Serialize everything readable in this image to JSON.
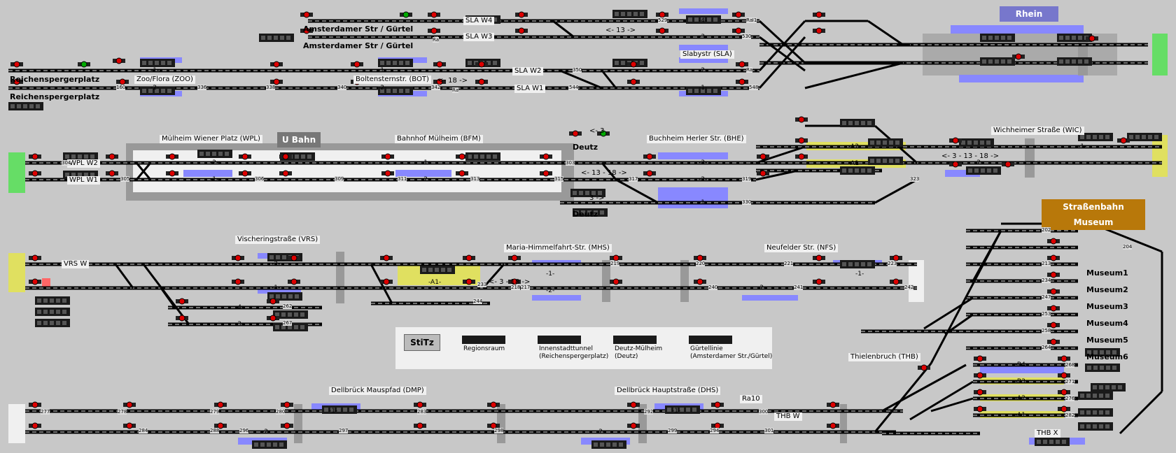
{
  "colors": {
    "background": "#c8c8c8",
    "track": "#000000",
    "track_gap": "#e8e8e8",
    "platform": "#8888ff",
    "occupied_yellow": "#e0e060",
    "rhein_box": "#7777cc",
    "ubahn_box": "#777777",
    "museum_box": "#b8780a",
    "panel": "#f0f0f0",
    "signal_red": "#dd0000",
    "signal_green": "#00aa00"
  },
  "areas": {
    "rhein": "Rhein",
    "ubahn": "U Bahn",
    "strassenbahn_museum": "Straßenbahn Museum",
    "stitz": "StiTz"
  },
  "station_labels": [
    {
      "id": "reichensperger1",
      "text": "Reichenspergerplatz",
      "bold": true
    },
    {
      "id": "reichensperger2",
      "text": "Reichenspergerplatz",
      "bold": true
    },
    {
      "id": "zoo",
      "text": "Zoo/Flora (ZOO)"
    },
    {
      "id": "bot",
      "text": "Boltensternstr. (BOT)"
    },
    {
      "id": "ams1",
      "text": "Amsterdamer Str / Gürtel",
      "bold": true
    },
    {
      "id": "ams2",
      "text": "Amsterdamer Str / Gürtel",
      "bold": true
    },
    {
      "id": "slabystr",
      "text": "Slabystr (SLA)"
    },
    {
      "id": "slaw4",
      "text": "SLA W4"
    },
    {
      "id": "slaw3",
      "text": "SLA W3"
    },
    {
      "id": "slaw2",
      "text": "SLA W2"
    },
    {
      "id": "slaw1",
      "text": "SLA W1"
    },
    {
      "id": "wpl",
      "text": "Mülheim Wiener Platz (WPL)"
    },
    {
      "id": "bfm",
      "text": "Bahnhof Mülheim (BFM)"
    },
    {
      "id": "wplw2",
      "text": "WPL W2"
    },
    {
      "id": "wplw1",
      "text": "WPL W1"
    },
    {
      "id": "deutz1",
      "text": "Deutz",
      "bold": true
    },
    {
      "id": "deutz2",
      "text": "Deutz",
      "bold": true
    },
    {
      "id": "bhe",
      "text": "Buchheim Herler Str. (BHE)"
    },
    {
      "id": "wic",
      "text": "Wichheimer Straße (WIC)"
    },
    {
      "id": "vrs",
      "text": "Vischeringstraße (VRS)"
    },
    {
      "id": "vrsw",
      "text": "VRS W"
    },
    {
      "id": "mhs",
      "text": "Maria-Himmelfahrt-Str. (MHS)"
    },
    {
      "id": "nfs",
      "text": "Neufelder Str. (NFS)"
    },
    {
      "id": "thb",
      "text": "Thielenbruch (THB)"
    },
    {
      "id": "dmp",
      "text": "Dellbrück Mauspfad (DMP)"
    },
    {
      "id": "dhs",
      "text": "Dellbrück Hauptstraße (DHS)"
    },
    {
      "id": "thbw",
      "text": "THB W"
    },
    {
      "id": "thbx",
      "text": "THB X"
    },
    {
      "id": "ra10",
      "text": "Ra10"
    },
    {
      "id": "m1",
      "text": "Museum1",
      "bold": true
    },
    {
      "id": "m2",
      "text": "Museum2",
      "bold": true
    },
    {
      "id": "m3",
      "text": "Museum3",
      "bold": true
    },
    {
      "id": "m4",
      "text": "Museum4",
      "bold": true
    },
    {
      "id": "m5",
      "text": "Museum5",
      "bold": true
    },
    {
      "id": "m6",
      "text": "Museum6",
      "bold": true
    }
  ],
  "route_labels": [
    {
      "id": "r13a",
      "text": "<- 13 ->"
    },
    {
      "id": "r18a",
      "text": "<- 18 ->"
    },
    {
      "id": "r3a",
      "text": "<- 3"
    },
    {
      "id": "r1318",
      "text": "<- 13 - 18 ->"
    },
    {
      "id": "r3b",
      "text": "3 ->"
    },
    {
      "id": "r31318",
      "text": "<- 3 - 13 - 18 ->"
    },
    {
      "id": "r318",
      "text": "<- 3 - 18 ->"
    }
  ],
  "legend": [
    {
      "id": "leg1",
      "text": "Regionsraum"
    },
    {
      "id": "leg2",
      "text": "Innenstadttunnel\n(Reichenspergerplatz)"
    },
    {
      "id": "leg3",
      "text": "Deutz-Mülheim\n(Deutz)"
    },
    {
      "id": "leg4",
      "text": "Gürtellinie\n(Amsterdamer Str./Gürtel)"
    }
  ],
  "track_codes": [
    {
      "id": "t1",
      "text": "-1-"
    },
    {
      "id": "t2",
      "text": "-2-"
    },
    {
      "id": "t3",
      "text": "-1-"
    },
    {
      "id": "t4",
      "text": "-2-"
    },
    {
      "id": "t5",
      "text": "-4-"
    },
    {
      "id": "t6",
      "text": "-3-"
    },
    {
      "id": "t7",
      "text": "-2-"
    },
    {
      "id": "t8",
      "text": "-1-"
    },
    {
      "id": "t9",
      "text": "-2-"
    },
    {
      "id": "t10",
      "text": "-1-"
    },
    {
      "id": "t11",
      "text": "-1-"
    },
    {
      "id": "t12",
      "text": "-2-"
    },
    {
      "id": "t13",
      "text": "-3-"
    },
    {
      "id": "t14",
      "text": "-2-"
    },
    {
      "id": "t15",
      "text": "-1-"
    },
    {
      "id": "t16",
      "text": "-A2-"
    },
    {
      "id": "t17",
      "text": "-A1-"
    },
    {
      "id": "t18",
      "text": "-1-"
    },
    {
      "id": "t19",
      "text": "-2-"
    },
    {
      "id": "t20",
      "text": "-2-"
    },
    {
      "id": "t21",
      "text": "-1-"
    },
    {
      "id": "t22",
      "text": "-4-"
    },
    {
      "id": "t23",
      "text": "-3-"
    },
    {
      "id": "t24",
      "text": "-A1-"
    },
    {
      "id": "t25",
      "text": "-1-"
    },
    {
      "id": "t26",
      "text": "-2-"
    },
    {
      "id": "t27",
      "text": "-1-"
    },
    {
      "id": "t28",
      "text": "-2-"
    },
    {
      "id": "t29",
      "text": "-1-"
    },
    {
      "id": "t30",
      "text": "-2-"
    },
    {
      "id": "t31",
      "text": "-1-"
    },
    {
      "id": "t32",
      "text": "-2-"
    },
    {
      "id": "t33",
      "text": "-B4-"
    },
    {
      "id": "t34",
      "text": "-B3-"
    },
    {
      "id": "t35",
      "text": "-A2-"
    },
    {
      "id": "t36",
      "text": "-A1-"
    }
  ],
  "block_numbers": [
    {
      "id": "n1",
      "text": "160"
    },
    {
      "id": "n2",
      "text": "336"
    },
    {
      "id": "n3",
      "text": "338"
    },
    {
      "id": "n4",
      "text": "340"
    },
    {
      "id": "n5",
      "text": "342"
    },
    {
      "id": "n6",
      "text": "346"
    },
    {
      "id": "n7",
      "text": "350"
    },
    {
      "id": "n8",
      "text": "529"
    },
    {
      "id": "n9",
      "text": "530"
    },
    {
      "id": "n10",
      "text": "531"
    },
    {
      "id": "n11",
      "text": "548"
    },
    {
      "id": "n12",
      "text": "544"
    },
    {
      "id": "n13",
      "text": "303"
    },
    {
      "id": "n14",
      "text": "304"
    },
    {
      "id": "n15",
      "text": "305"
    },
    {
      "id": "n16",
      "text": "306"
    },
    {
      "id": "n17",
      "text": "309"
    },
    {
      "id": "n18",
      "text": "311"
    },
    {
      "id": "n19",
      "text": "313"
    },
    {
      "id": "n20",
      "text": "315"
    },
    {
      "id": "n21",
      "text": "317"
    },
    {
      "id": "n22",
      "text": "319"
    },
    {
      "id": "n23",
      "text": "323"
    },
    {
      "id": "n24",
      "text": "330"
    },
    {
      "id": "n25",
      "text": "218"
    },
    {
      "id": "n26",
      "text": "217"
    },
    {
      "id": "n27",
      "text": "219"
    },
    {
      "id": "n28",
      "text": "220"
    },
    {
      "id": "n29",
      "text": "221"
    },
    {
      "id": "n30",
      "text": "223"
    },
    {
      "id": "n31",
      "text": "240"
    },
    {
      "id": "n32",
      "text": "241"
    },
    {
      "id": "n33",
      "text": "242"
    },
    {
      "id": "n34",
      "text": "233"
    },
    {
      "id": "n35",
      "text": "244"
    },
    {
      "id": "n36",
      "text": "262"
    },
    {
      "id": "n37",
      "text": "267"
    },
    {
      "id": "n38",
      "text": "277"
    },
    {
      "id": "n39",
      "text": "278"
    },
    {
      "id": "n40",
      "text": "279"
    },
    {
      "id": "n41",
      "text": "280"
    },
    {
      "id": "n42",
      "text": "283"
    },
    {
      "id": "n43",
      "text": "284"
    },
    {
      "id": "n44",
      "text": "288"
    },
    {
      "id": "n45",
      "text": "292"
    },
    {
      "id": "n46",
      "text": "294"
    },
    {
      "id": "n47",
      "text": "296"
    },
    {
      "id": "n48",
      "text": "297"
    },
    {
      "id": "n49",
      "text": "298"
    },
    {
      "id": "n50",
      "text": "299"
    },
    {
      "id": "n51",
      "text": "300"
    },
    {
      "id": "n52",
      "text": "301"
    },
    {
      "id": "n53",
      "text": "202"
    },
    {
      "id": "n54",
      "text": "204"
    },
    {
      "id": "n55",
      "text": "213"
    },
    {
      "id": "n56",
      "text": "234"
    },
    {
      "id": "n57",
      "text": "247"
    },
    {
      "id": "n58",
      "text": "253"
    },
    {
      "id": "n59",
      "text": "258"
    },
    {
      "id": "n60",
      "text": "264"
    },
    {
      "id": "n61",
      "text": "268"
    },
    {
      "id": "n62",
      "text": "271"
    },
    {
      "id": "n63",
      "text": "276"
    },
    {
      "id": "n64",
      "text": "282"
    },
    {
      "id": "n65",
      "text": "Ra"
    },
    {
      "id": "n66",
      "text": "Ra"
    },
    {
      "id": "n67",
      "text": "Ra"
    },
    {
      "id": "n68",
      "text": "Ra"
    }
  ]
}
